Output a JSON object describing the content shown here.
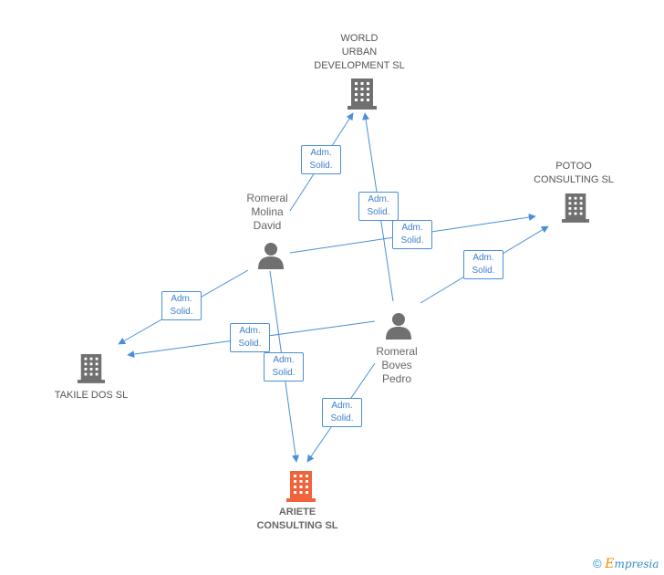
{
  "nodes": {
    "world_urban": {
      "lines": [
        "WORLD",
        "URBAN",
        "DEVELOPMENT SL"
      ]
    },
    "potoo": {
      "lines": [
        "POTOO",
        "CONSULTING SL"
      ]
    },
    "takile": {
      "lines": [
        "TAKILE DOS SL"
      ]
    },
    "ariete": {
      "lines": [
        "ARIETE",
        "CONSULTING SL"
      ]
    },
    "romeral_molina": {
      "lines": [
        "Romeral",
        "Molina",
        "David"
      ]
    },
    "romeral_boves": {
      "lines": [
        "Romeral",
        "Boves",
        "Pedro"
      ]
    }
  },
  "edge_label": {
    "line1": "Adm.",
    "line2": "Solid."
  },
  "colors": {
    "edge": "#4a8fd8",
    "company_icon": "#707070",
    "main_company_icon": "#f0643c",
    "person_icon": "#707070",
    "label_text": "#666666"
  },
  "icons": {
    "company": "building-icon",
    "person": "person-icon"
  },
  "footer": {
    "copyright": "©",
    "brand_first": "E",
    "brand_rest": "mpresia"
  }
}
